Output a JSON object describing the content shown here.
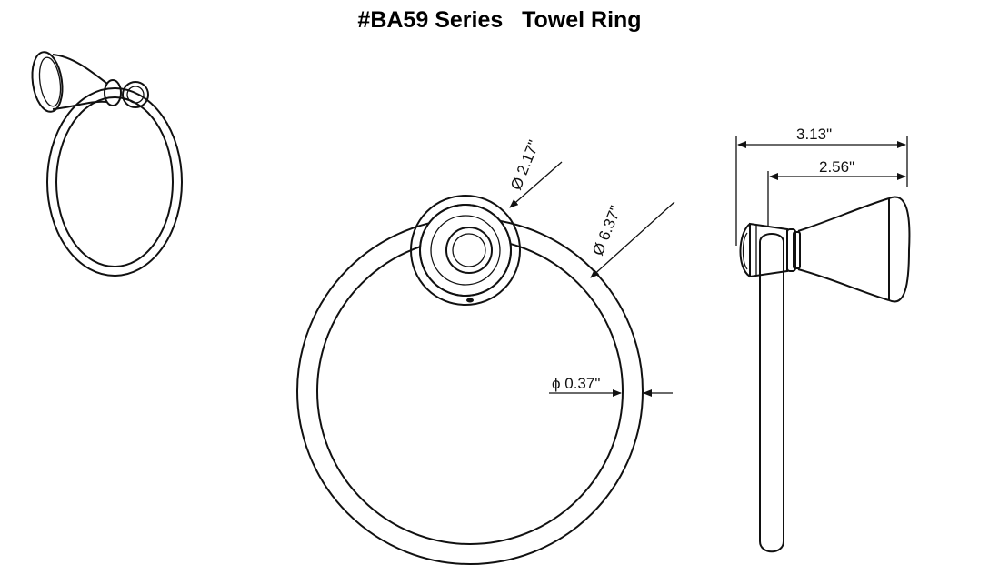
{
  "title": "#BA59 Series   Towel Ring",
  "dimensions": {
    "rosette_diameter": "Ø 2.17\"",
    "ring_diameter": "Ø 6.37\"",
    "rod_thickness": "ϕ 0.37\"",
    "overall_projection": "3.13\"",
    "post_projection": "2.56\""
  }
}
